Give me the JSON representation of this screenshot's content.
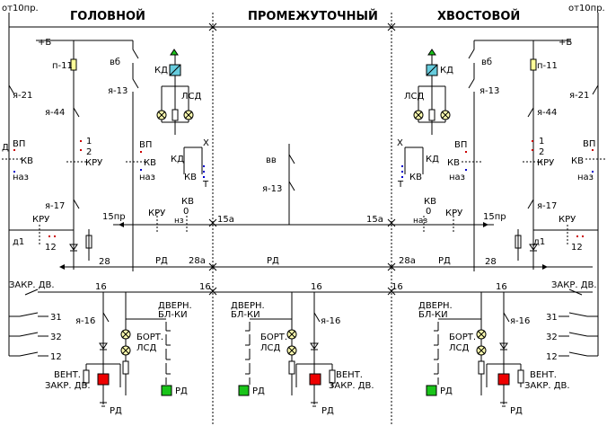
{
  "top": {
    "left_label": "от10пр.",
    "right_label": "от10пр.",
    "head": "ГОЛОВНОЙ",
    "middle": "ПРОМЕЖУТОЧНЫЙ",
    "tail": "ХВОСТОВОЙ"
  },
  "labels": {
    "plus_b": "+Б",
    "p11": "п-11",
    "ya21": "я-21",
    "ya44": "я-44",
    "ya13": "я-13",
    "ya17": "я-17",
    "ya16": "я-16",
    "vb": "вб",
    "vv": "вв",
    "kd": "КД",
    "lsd": "ЛСД",
    "kv": "КВ",
    "kru": "КРУ",
    "vp": "ВП",
    "naz": "наз",
    "d": "Д",
    "d1": "д1",
    "one": "1",
    "two": "2",
    "twelve": "12",
    "x": "Х",
    "t": "Т",
    "zero": "0",
    "nz": "нз",
    "w15pr": "15пр",
    "w15a": "15а",
    "w28": "28",
    "w28a": "28а",
    "rd": "РД",
    "w16": "16",
    "zakr_dv": "ЗАКР. ДВ.",
    "dvern": "ДВЕРН.",
    "bl_ki": "БЛ-КИ",
    "bort": "БОРТ.",
    "lsd_dot": "ЛСД",
    "vent": "ВЕНТ.",
    "zakr_dv2": "ЗАКР. ДВ.",
    "w31": "31",
    "w32": "32",
    "w12": "12"
  }
}
